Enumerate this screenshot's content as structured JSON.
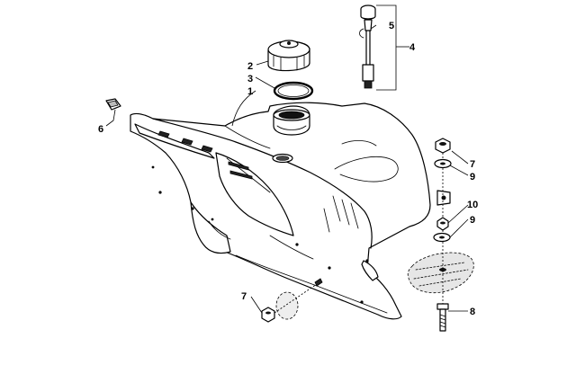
{
  "callouts": [
    {
      "id": "c1",
      "text": "1"
    },
    {
      "id": "c2",
      "text": "2"
    },
    {
      "id": "c3",
      "text": "3"
    },
    {
      "id": "c4",
      "text": "4"
    },
    {
      "id": "c5",
      "text": "5"
    },
    {
      "id": "c6",
      "text": "6"
    },
    {
      "id": "c7a",
      "text": "7"
    },
    {
      "id": "c7b",
      "text": "7"
    },
    {
      "id": "c8",
      "text": "8"
    },
    {
      "id": "c9a",
      "text": "9"
    },
    {
      "id": "c9b",
      "text": "9"
    },
    {
      "id": "c10",
      "text": "10"
    }
  ]
}
